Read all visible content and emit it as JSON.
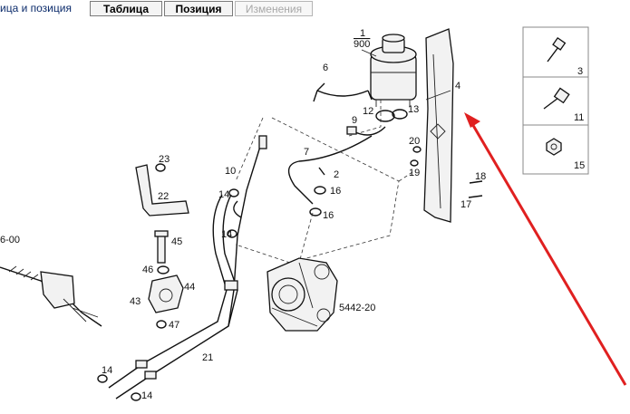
{
  "header": {
    "breadcrumb": "ица и позиция",
    "tabs": [
      {
        "label": "Таблица",
        "enabled": true
      },
      {
        "label": "Позиция",
        "enabled": true
      },
      {
        "label": "Изменения",
        "enabled": false
      }
    ]
  },
  "diagram": {
    "labels": {
      "p1": "1",
      "p900": "900",
      "p6": "6",
      "p4": "4",
      "p12": "12",
      "p13": "13",
      "p9": "9",
      "p7": "7",
      "p2": "2",
      "p16a": "16",
      "p16b": "16",
      "p20": "20",
      "p19": "19",
      "p18": "18",
      "p17": "17",
      "p23": "23",
      "p22": "22",
      "p10": "10",
      "p14a": "14",
      "p14b": "14",
      "p14c": "14",
      "p14d": "14",
      "p45": "45",
      "p46": "46",
      "p44": "44",
      "p43": "43",
      "p47": "47",
      "p21": "21",
      "p_pump": "5442-20",
      "p_left": "6-00"
    },
    "inset": [
      {
        "number": "3",
        "icon": "bolt-icon"
      },
      {
        "number": "11",
        "icon": "bolt-icon"
      },
      {
        "number": "15",
        "icon": "nut-icon"
      }
    ],
    "arrow_color": "#e02020"
  }
}
